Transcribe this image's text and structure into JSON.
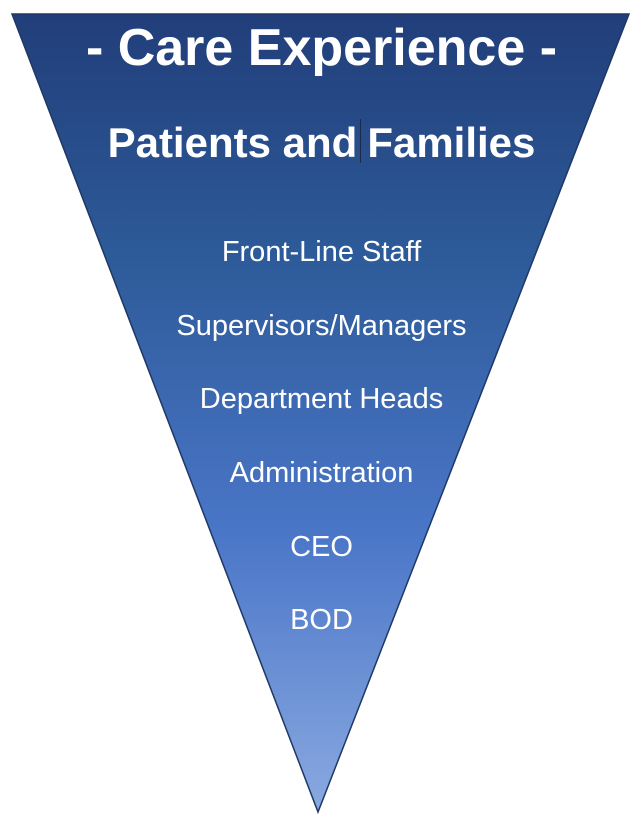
{
  "diagram": {
    "title": "- Care Experience -",
    "subtitle_part1": "Patients and",
    "subtitle_part2": "Families",
    "levels": [
      "Front-Line Staff",
      "Supervisors/Managers",
      "Department Heads",
      "Administration",
      "CEO",
      "BOD"
    ],
    "colors": {
      "top": "#213e7a",
      "middle": "#2d5a98",
      "lower": "#4a76c8",
      "bottom": "#8aa9e0",
      "outline": "#1f3864",
      "text": "#ffffff"
    }
  }
}
